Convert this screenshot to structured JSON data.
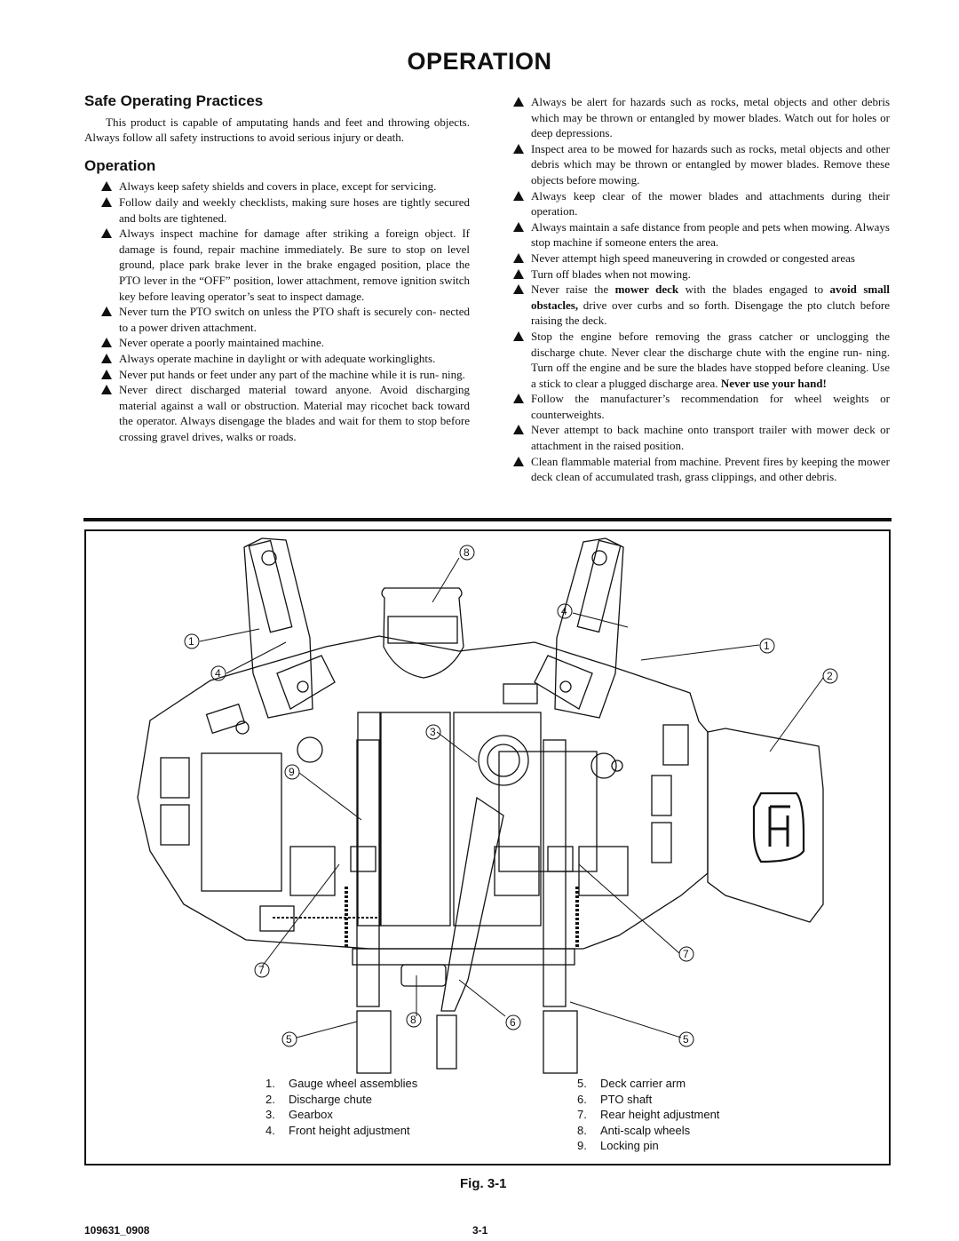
{
  "page_title": "OPERATION",
  "safe": {
    "heading": "Safe Operating Practices",
    "intro": "This product is capable of amputating hands and feet and throwing objects.  Always follow all safety instructions to avoid serious injury or death."
  },
  "operation": {
    "heading": "Operation",
    "bullets_left": [
      "Always keep safety shields and covers in place, except for servicing.",
      "Follow daily and weekly checklists, making sure hoses are tightly secured and bolts are tightened.",
      "Always inspect machine for damage after striking a foreign object. If damage is found, repair machine immediately.  Be sure to stop on level ground, place park brake lever in the brake engaged position, place the PTO lever in the “OFF” position, lower attachment, remove ignition switch key before leaving operator’s seat to inspect damage.",
      "Never turn the PTO switch on unless the PTO shaft is securely con- nected to a power driven attachment.",
      "Never operate a poorly maintained machine.",
      "Always operate machine in daylight or with adequate workinglights.",
      "Never put hands or feet under any part of the machine while it is run- ning.",
      "Never direct discharged material toward anyone.  Avoid discharging material against a wall or obstruction.  Material may ricochet back toward the operator.  Always disengage the blades and wait for them to stop before crossing gravel drives, walks or roads."
    ],
    "bullets_right": [
      {
        "text": "Always be alert for hazards such as rocks, metal objects and other debris which may be thrown or entangled by mower blades.  Watch out for holes or deep depressions."
      },
      {
        "text": "Inspect area to be mowed for hazards such as rocks, metal objects and other debris which may be thrown or entangled by mower blades. Remove these objects before mowing."
      },
      {
        "text": "Always keep clear of the mower blades and attachments during their operation."
      },
      {
        "text": "Always maintain a safe distance from people and pets when mowing. Always stop machine if someone enters the area."
      },
      {
        "text": "Never attempt high speed maneuvering in crowded or congested areas"
      },
      {
        "text": "Turn off blades when not mowing."
      },
      {
        "pre": "Never raise the ",
        "b1": "mower deck",
        "mid": " with the blades engaged to ",
        "b2": "avoid small obstacles,",
        "post": " drive over curbs and so forth.  Disengage the pto clutch before raising the deck."
      },
      {
        "pre": "Stop the engine before removing the grass catcher or unclogging the discharge chute.  Never clear the discharge chute with the engine run- ning.  Turn off the engine and be sure the blades have stopped before cleaning.  Use a stick to clear a plugged discharge area.  ",
        "b1": "Never use your hand!"
      },
      {
        "text": "Follow the manufacturer’s recommendation for wheel weights or counterweights."
      },
      {
        "text": "Never attempt to back machine onto transport trailer with mower deck or attachment in the raised position."
      },
      {
        "text": "Clean flammable material from machine.  Prevent fires by keeping the mower deck clean of accumulated trash, grass clippings, and other debris."
      }
    ]
  },
  "figure": {
    "callouts": [
      "1",
      "2",
      "3",
      "4",
      "5",
      "6",
      "7",
      "8",
      "9"
    ],
    "legend_left": [
      {
        "num": "1.",
        "label": "Gauge wheel assemblies"
      },
      {
        "num": "2.",
        "label": "Discharge chute"
      },
      {
        "num": "3.",
        "label": "Gearbox"
      },
      {
        "num": "4.",
        "label": "Front height adjustment"
      }
    ],
    "legend_right": [
      {
        "num": "5.",
        "label": "Deck carrier arm"
      },
      {
        "num": "6.",
        "label": "PTO shaft"
      },
      {
        "num": "7.",
        "label": "Rear height adjustment"
      },
      {
        "num": "8.",
        "label": "Anti-scalp wheels"
      },
      {
        "num": "9.",
        "label": "Locking pin"
      }
    ],
    "caption": "Fig. 3-1"
  },
  "footer": {
    "doc_number": "109631_0908",
    "page_number": "3-1"
  }
}
